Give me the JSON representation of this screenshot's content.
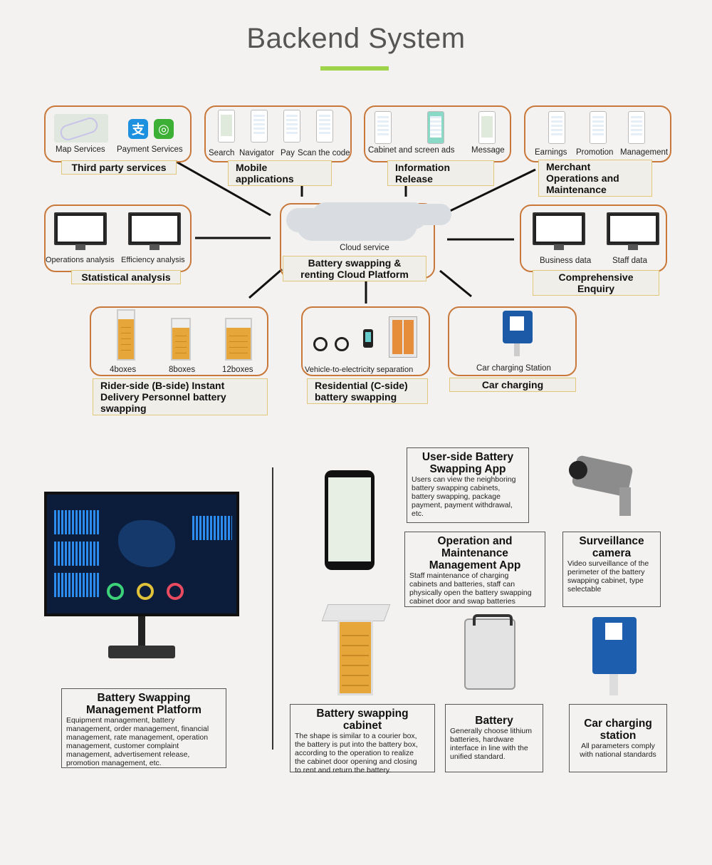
{
  "header": {
    "title": "Backend System"
  },
  "center": {
    "cloud_label": "Cloud service",
    "caption_lines": [
      "Battery swapping &",
      "renting Cloud Platform"
    ]
  },
  "third_party": {
    "items": [
      "Map Services",
      "Payment Services"
    ],
    "caption": "Third party services"
  },
  "mobile_apps": {
    "items": [
      "Search",
      "Navigator",
      "Pay",
      "Scan the code"
    ],
    "caption_lines": [
      "Mobile",
      "applications"
    ]
  },
  "info_release": {
    "items": [
      "Cabinet and screen ads",
      "Message"
    ],
    "caption_lines": [
      "Information",
      "Release"
    ]
  },
  "merchant": {
    "items": [
      "Earnings",
      "Promotion",
      "Management"
    ],
    "caption_lines": [
      "Merchant",
      "Operations and",
      "Maintenance"
    ]
  },
  "statistical": {
    "items": [
      "Operations analysis",
      "Efficiency analysis"
    ],
    "caption": "Statistical analysis"
  },
  "enquiry": {
    "items": [
      "Business data",
      "Staff data"
    ],
    "caption_lines": [
      "Comprehensive",
      "Enquiry"
    ]
  },
  "rider": {
    "items": [
      "4boxes",
      "8boxes",
      "12boxes"
    ],
    "caption_lines": [
      "Rider-side (B-side) Instant",
      "Delivery Personnel  battery",
      "swapping"
    ]
  },
  "residential": {
    "items": [
      "Vehicle-to-electricity separation"
    ],
    "caption_lines": [
      "Residential (C-side)",
      "battery swapping"
    ]
  },
  "car_charging": {
    "items": [
      "Car charging Station"
    ],
    "caption": "Car charging"
  },
  "cards": {
    "platform": {
      "title_lines": [
        "Battery Swapping",
        "Management Platform"
      ],
      "lines": [
        "Equipment management, battery",
        "management, order management, financial",
        "management, rate management, operation",
        "management, customer complaint",
        "management, advertisement release,",
        "promotion management, etc."
      ]
    },
    "user_app": {
      "title_lines": [
        "User-side Battery",
        "Swapping App"
      ],
      "lines": [
        "Users can view the neighboring",
        "battery swapping cabinets,",
        "battery swapping, package",
        "payment, payment withdrawal,",
        "etc."
      ]
    },
    "om_app": {
      "title_lines": [
        "Operation and",
        "Maintenance",
        "Management App"
      ],
      "lines": [
        "Staff maintenance of charging",
        "cabinets and batteries, staff can",
        "physically open the battery swapping",
        "cabinet door and swap  batteries"
      ]
    },
    "camera": {
      "title_lines": [
        "Surveillance",
        "camera"
      ],
      "lines": [
        "Video surveillance of the",
        "perimeter of the battery",
        "swapping cabinet, type",
        "selectable"
      ]
    },
    "cabinet": {
      "title_lines": [
        "Battery swapping",
        "cabinet"
      ],
      "lines": [
        "The shape is similar to a courier box,",
        "the battery is put into the battery box,",
        "according to the operation to realize",
        "the cabinet door opening and closing",
        "to rent and return the battery."
      ]
    },
    "battery": {
      "title_lines": [
        "Battery"
      ],
      "lines": [
        "Generally choose lithium",
        "batteries, hardware",
        "interface in line with the",
        "unified standard."
      ]
    },
    "station": {
      "title_lines": [
        "Car charging",
        "station"
      ],
      "lines": [
        "All parameters comply",
        "with national standards"
      ]
    }
  },
  "colors": {
    "box_border": "#c8783a",
    "caption_border": "#e2c77a",
    "accent_bar": "#9fd44a",
    "background": "#f3f2f0"
  }
}
